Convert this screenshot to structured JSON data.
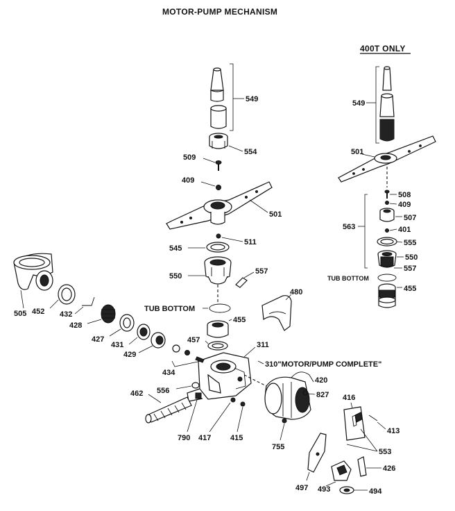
{
  "title": "MOTOR-PUMP MECHANISM",
  "subtitle_400t": "400T ONLY",
  "tub_bottom_main": "TUB BOTTOM",
  "tub_bottom_400t": "TUB BOTTOM",
  "motor_pump_complete": "310\"MOTOR/PUMP COMPLETE\"",
  "part_labels": {
    "p549": "549",
    "p554": "554",
    "p509": "509",
    "p409": "409",
    "p501": "501",
    "p511": "511",
    "p545": "545",
    "p550": "550",
    "p557": "557",
    "p480": "480",
    "p505": "505",
    "p452": "452",
    "p432": "432",
    "p428": "428",
    "p427": "427",
    "p431": "431",
    "p429": "429",
    "p455": "455",
    "p457": "457",
    "p311": "311",
    "p434": "434",
    "p420": "420",
    "p827": "827",
    "p462": "462",
    "p556": "556",
    "p790": "790",
    "p417": "417",
    "p415": "415",
    "p755": "755",
    "p416": "416",
    "p413": "413",
    "p553": "553",
    "p426": "426",
    "p497": "497",
    "p493": "493",
    "p494": "494"
  },
  "labels_400t": {
    "p549": "549",
    "p501": "501",
    "p508": "508",
    "p409": "409",
    "p507": "507",
    "p563": "563",
    "p401": "401",
    "p555": "555",
    "p550": "550",
    "p557": "557",
    "p455": "455"
  }
}
